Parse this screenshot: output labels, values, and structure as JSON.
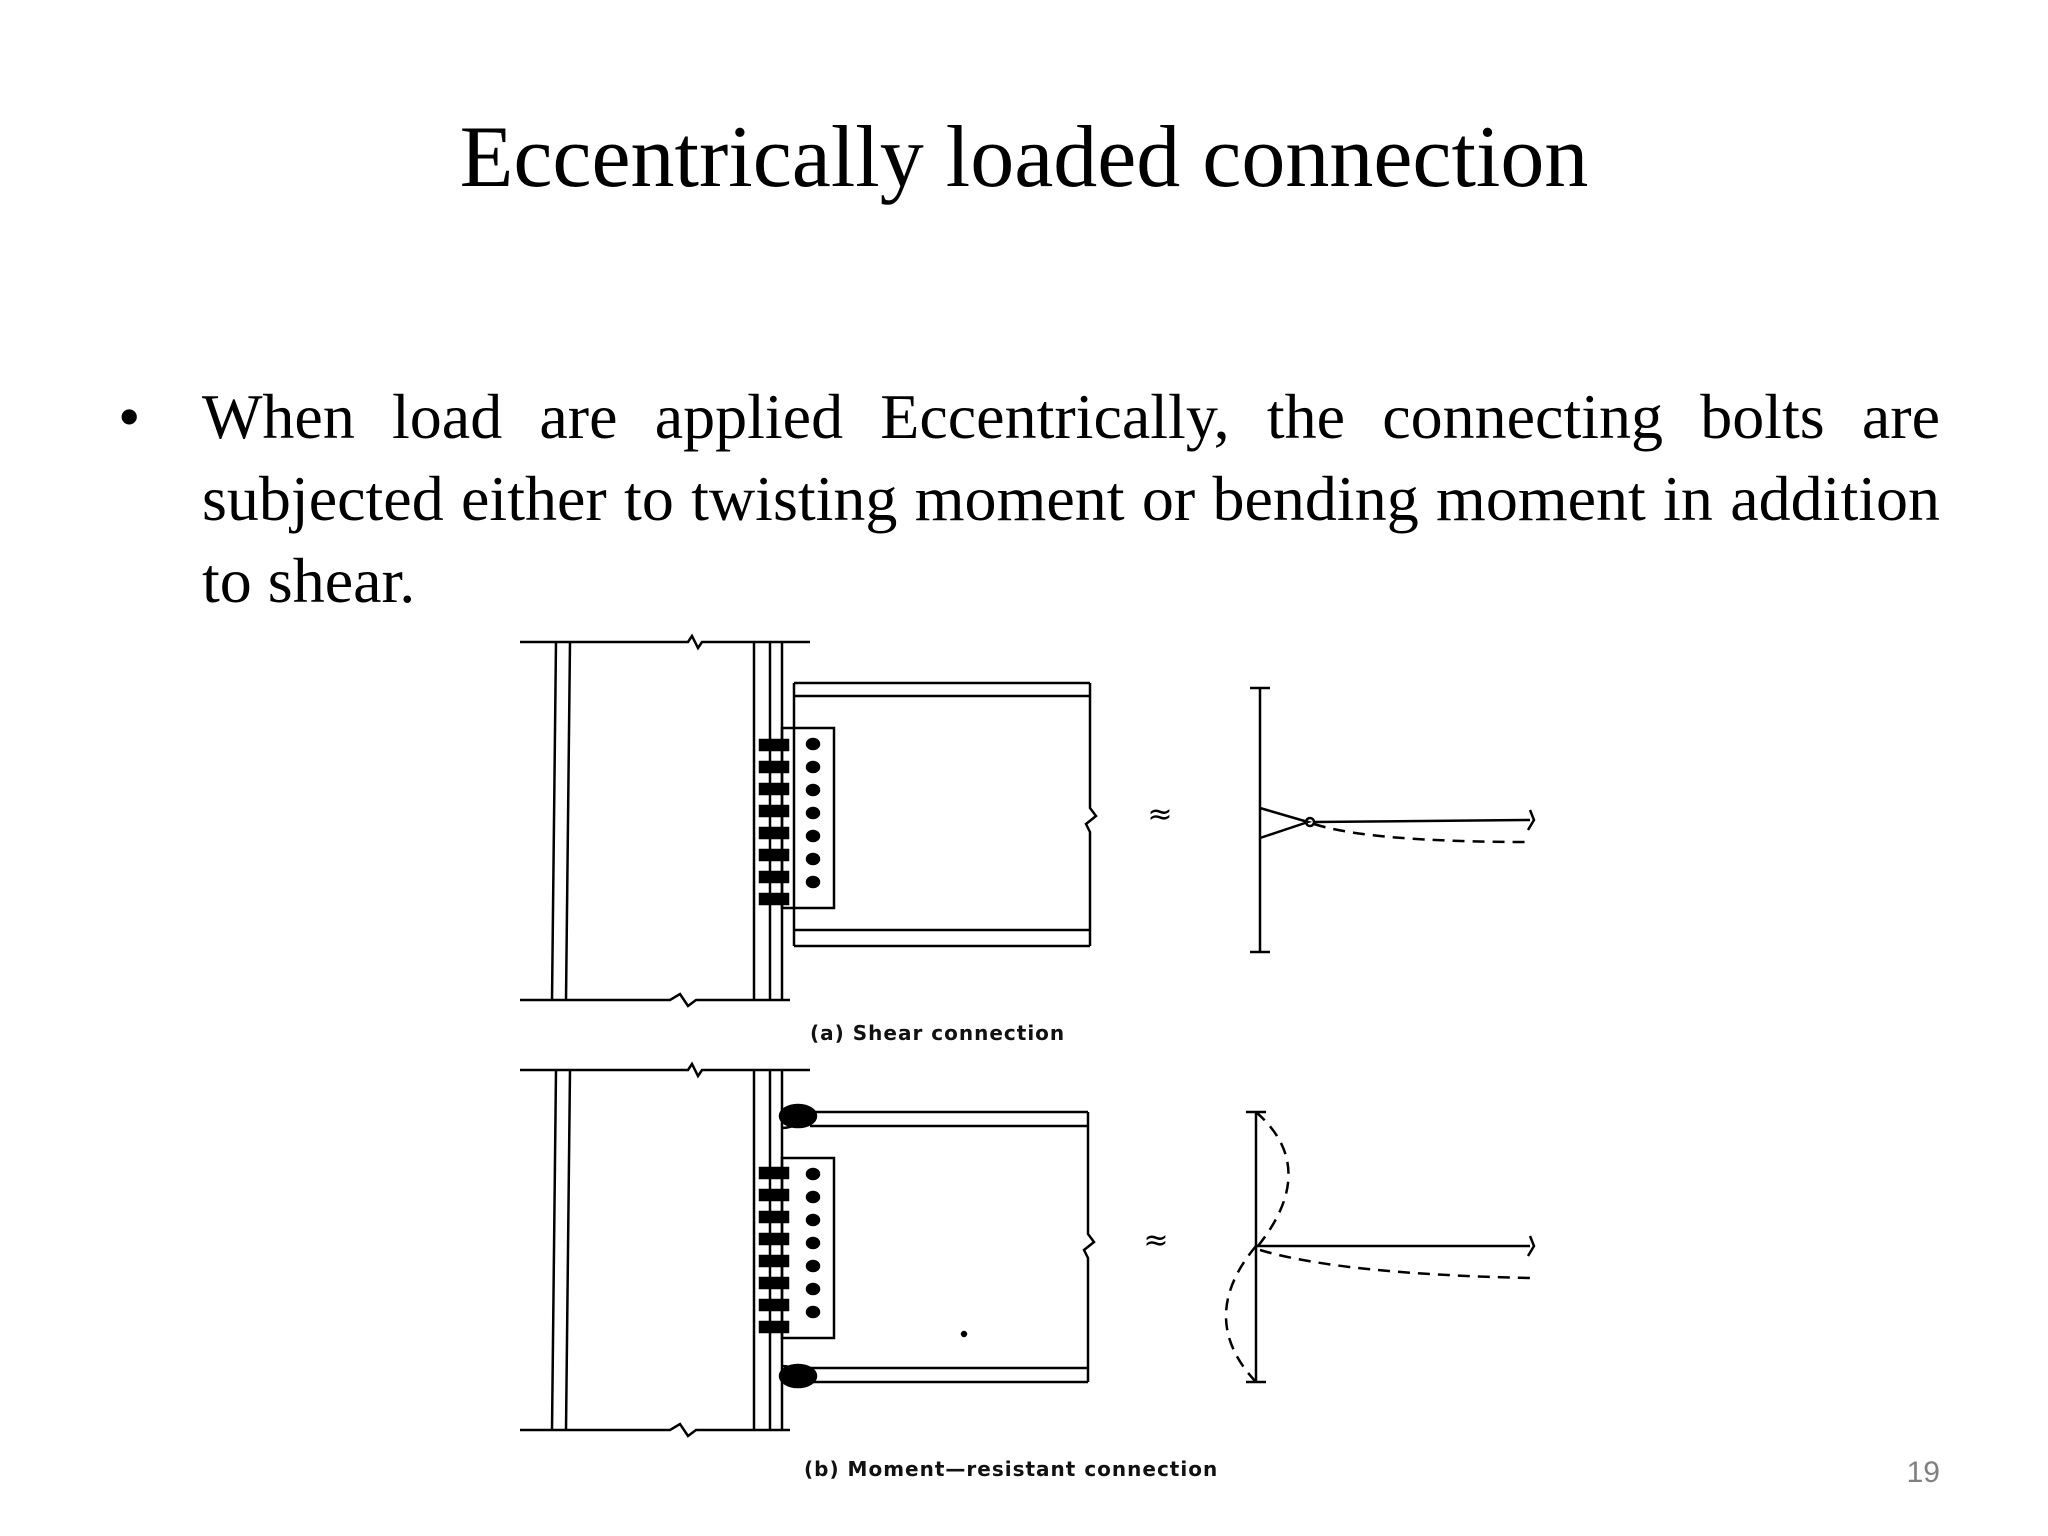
{
  "slide": {
    "title": "Eccentrically loaded connection",
    "bullet_marker": "•",
    "bullet_text": "When load are applied Eccentrically, the connecting bolts are subjected either to twisting moment or bending moment in addition to shear.",
    "page_number": "19"
  },
  "figure": {
    "caption_a": "(a) Shear connection",
    "caption_b": "(b) Moment—resistant connection",
    "approx_symbol": "≈"
  }
}
